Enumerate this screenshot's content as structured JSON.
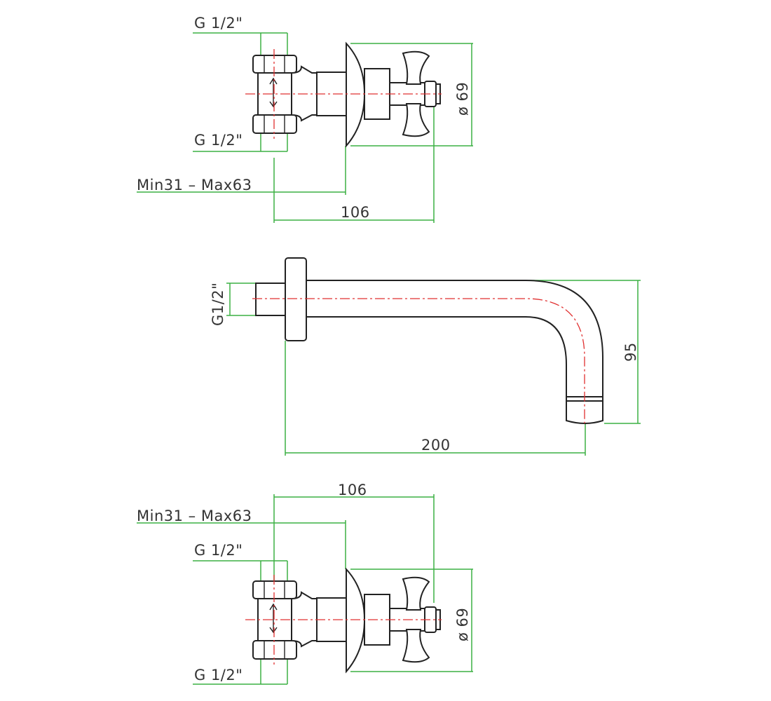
{
  "colors": {
    "dimension_lines": "#3cb043",
    "center_lines": "#e03030",
    "outlines": "#222222"
  },
  "top_valve": {
    "thread_top_label": "G 1/2\"",
    "thread_bottom_label": "G 1/2\"",
    "wall_range_label": "Min31 – Max63",
    "length_label": "106",
    "diameter_label": "ø 69"
  },
  "spout": {
    "thread_label": "G1/2\"",
    "length_label": "200",
    "drop_label": "95"
  },
  "bottom_valve": {
    "length_label": "106",
    "wall_range_label": "Min31 – Max63",
    "thread_top_label": "G 1/2\"",
    "thread_bottom_label": "G 1/2\"",
    "diameter_label": "ø 69"
  }
}
